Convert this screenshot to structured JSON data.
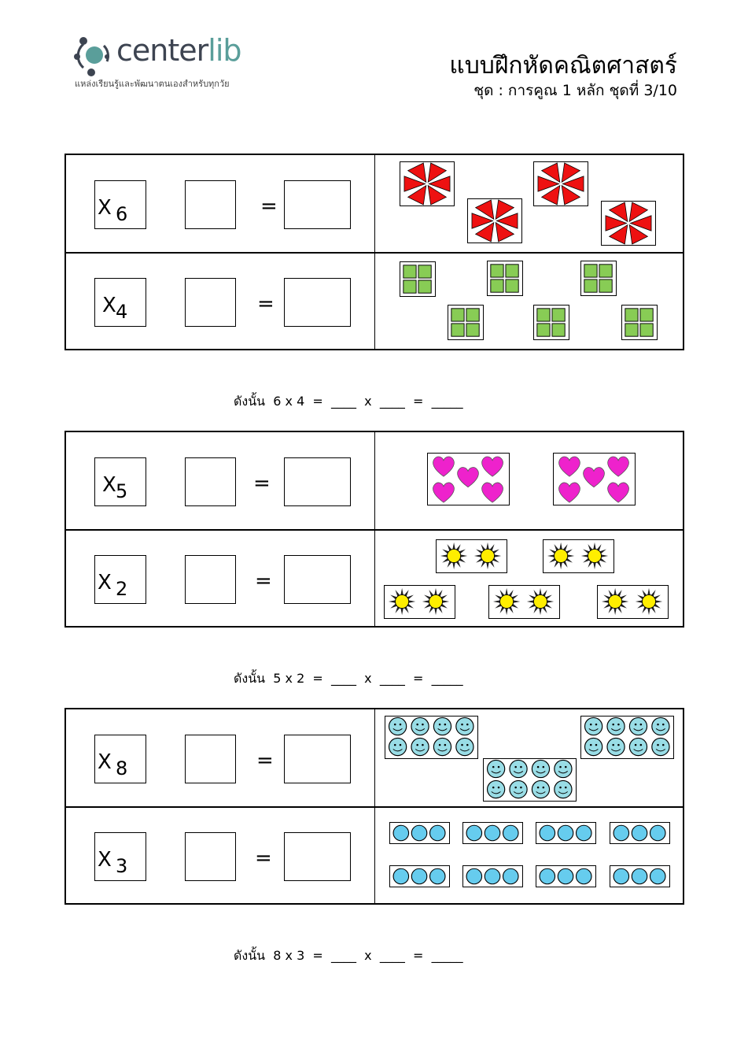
{
  "header": {
    "logo_main": "center",
    "logo_accent": "lib",
    "logo_tagline": "แหล่งเรียนรู้และพัฒนาตนเองสำหรับทุกวัย",
    "title": "แบบฝึกหัดคณิตศาสตร์",
    "subtitle": "ชุด : การคูณ 1 หลัก ชุดที่ 3/10"
  },
  "operator": "X",
  "equals": "=",
  "problems": [
    {
      "rows": [
        {
          "number": "6",
          "shape": "red-hexagon",
          "groups": 4
        },
        {
          "number": "4",
          "shape": "green-squares",
          "groups": 6
        }
      ],
      "summary": "ดังนั้น  6 x 4  =  ____  x  ____  =  _____"
    },
    {
      "rows": [
        {
          "number": "5",
          "shape": "pink-hearts",
          "groups": 2
        },
        {
          "number": "2",
          "shape": "yellow-suns",
          "groups": 5
        }
      ],
      "summary": "ดังนั้น  5 x 2  =  ____  x  ____  =  _____"
    },
    {
      "rows": [
        {
          "number": "8",
          "shape": "smiley-faces",
          "groups": 3
        },
        {
          "number": "3",
          "shape": "blue-circles",
          "groups": 8
        }
      ],
      "summary": "ดังนั้น  8 x 3  =  ____  x  ____  =  _____"
    }
  ],
  "colors": {
    "red": "#ee1111",
    "green": "#88cc55",
    "pink": "#ee22cc",
    "yellow": "#ffee00",
    "cyan": "#99dde6",
    "blue": "#66ccee",
    "logo_dark": "#3d4451",
    "logo_teal": "#5a9e9a"
  }
}
